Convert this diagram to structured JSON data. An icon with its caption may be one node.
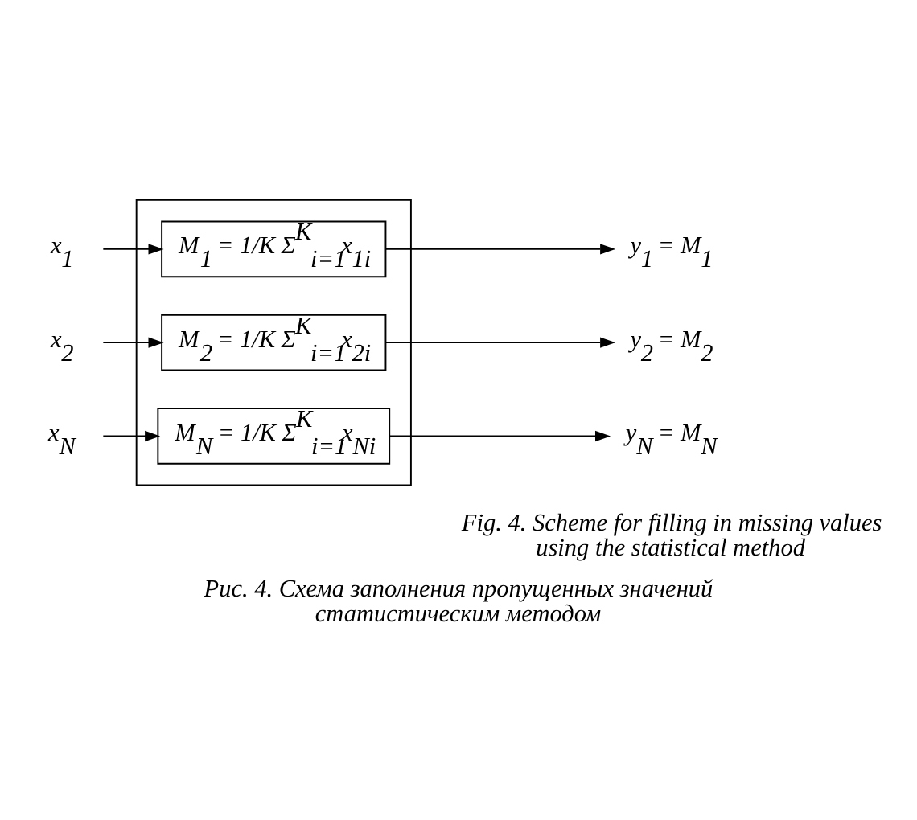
{
  "diagram": {
    "caption": "Рис. 4. Схема заполнения пропущенных значений статистическим методом",
    "nodes": [
      {
        "text": [],
        "shape": "box"
      },
      {
        "text": [
          "x$_{1}$"
        ]
      },
      {
        "text": [
          "M$_{1}$ = 1/K Σ$^{K}$$_{i=1}$x$_{1i}$"
        ],
        "in": 0
      },
      {
        "text": [
          "y$_{1}$ = M$_{1}$"
        ]
      },
      {
        "text": [
          "x$_{2}$"
        ]
      },
      {
        "text": [
          "M$_{2}$ = 1/K Σ$^{K}$$_{i=1}$x$_{2i}$"
        ],
        "in": 0
      },
      {
        "text": [
          "y$_{2}$ = M$_{2}$"
        ]
      },
      {
        "text": [
          "x$_{N}$"
        ]
      },
      {
        "text": [
          "M$_{N}$ = 1/K Σ$^{K}$$_{i=1}$x$_{Ni}$"
        ],
        "in": 0
      },
      {
        "text": [
          "y$_{N}$ = M$_{N}$"
        ]
      }
    ],
    "edges": [
      {
        "from": 1,
        "to": 2,
        "arrow": "to"
      },
      {
        "from": 2,
        "to": 3,
        "arrow": "to"
      },
      {
        "from": 4,
        "to": 5,
        "arrow": "to"
      },
      {
        "from": 5,
        "to": 6,
        "arrow": "to"
      },
      {
        "from": 7,
        "to": 8,
        "arrow": "to"
      },
      {
        "from": 8,
        "to": 9,
        "arrow": "to"
      }
    ],
    "labels": [
      "Fig. 4. Scheme for filling in missing values using the statistical method"
    ]
  }
}
